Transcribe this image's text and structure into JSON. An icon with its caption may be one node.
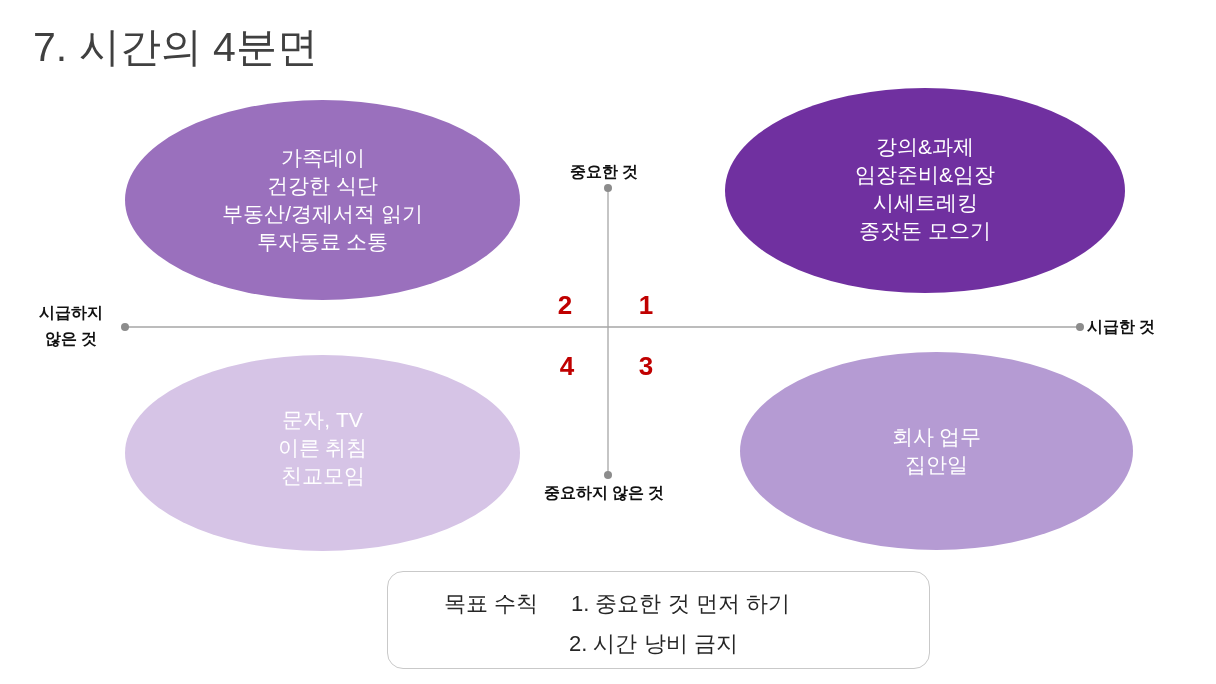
{
  "diagram": {
    "title": "7. 시간의 4분면",
    "nodes": [
      {
        "text": [
          "가족데이",
          "건강한 식단",
          "부동산/경제서적 읽기",
          "투자동료 소통"
        ]
      },
      {
        "text": [
          "강의&과제",
          "임장준비&임장",
          "시세트레킹",
          "종잣돈 모으기"
        ]
      },
      {
        "text": [
          "문자, TV",
          "이른 취침",
          "친교모임"
        ]
      },
      {
        "text": [
          "회사 업무",
          "집안일"
        ]
      },
      {
        "text": [
          "목표 수칙",
          "1. 중요한 것 먼저 하기",
          "2. 시간 낭비 금지"
        ]
      }
    ],
    "labels": [
      "중요한 것",
      "2",
      "1",
      "시급하지 않은 것",
      "시급한 것",
      "4",
      "3",
      "중요하지 않은 것"
    ]
  }
}
